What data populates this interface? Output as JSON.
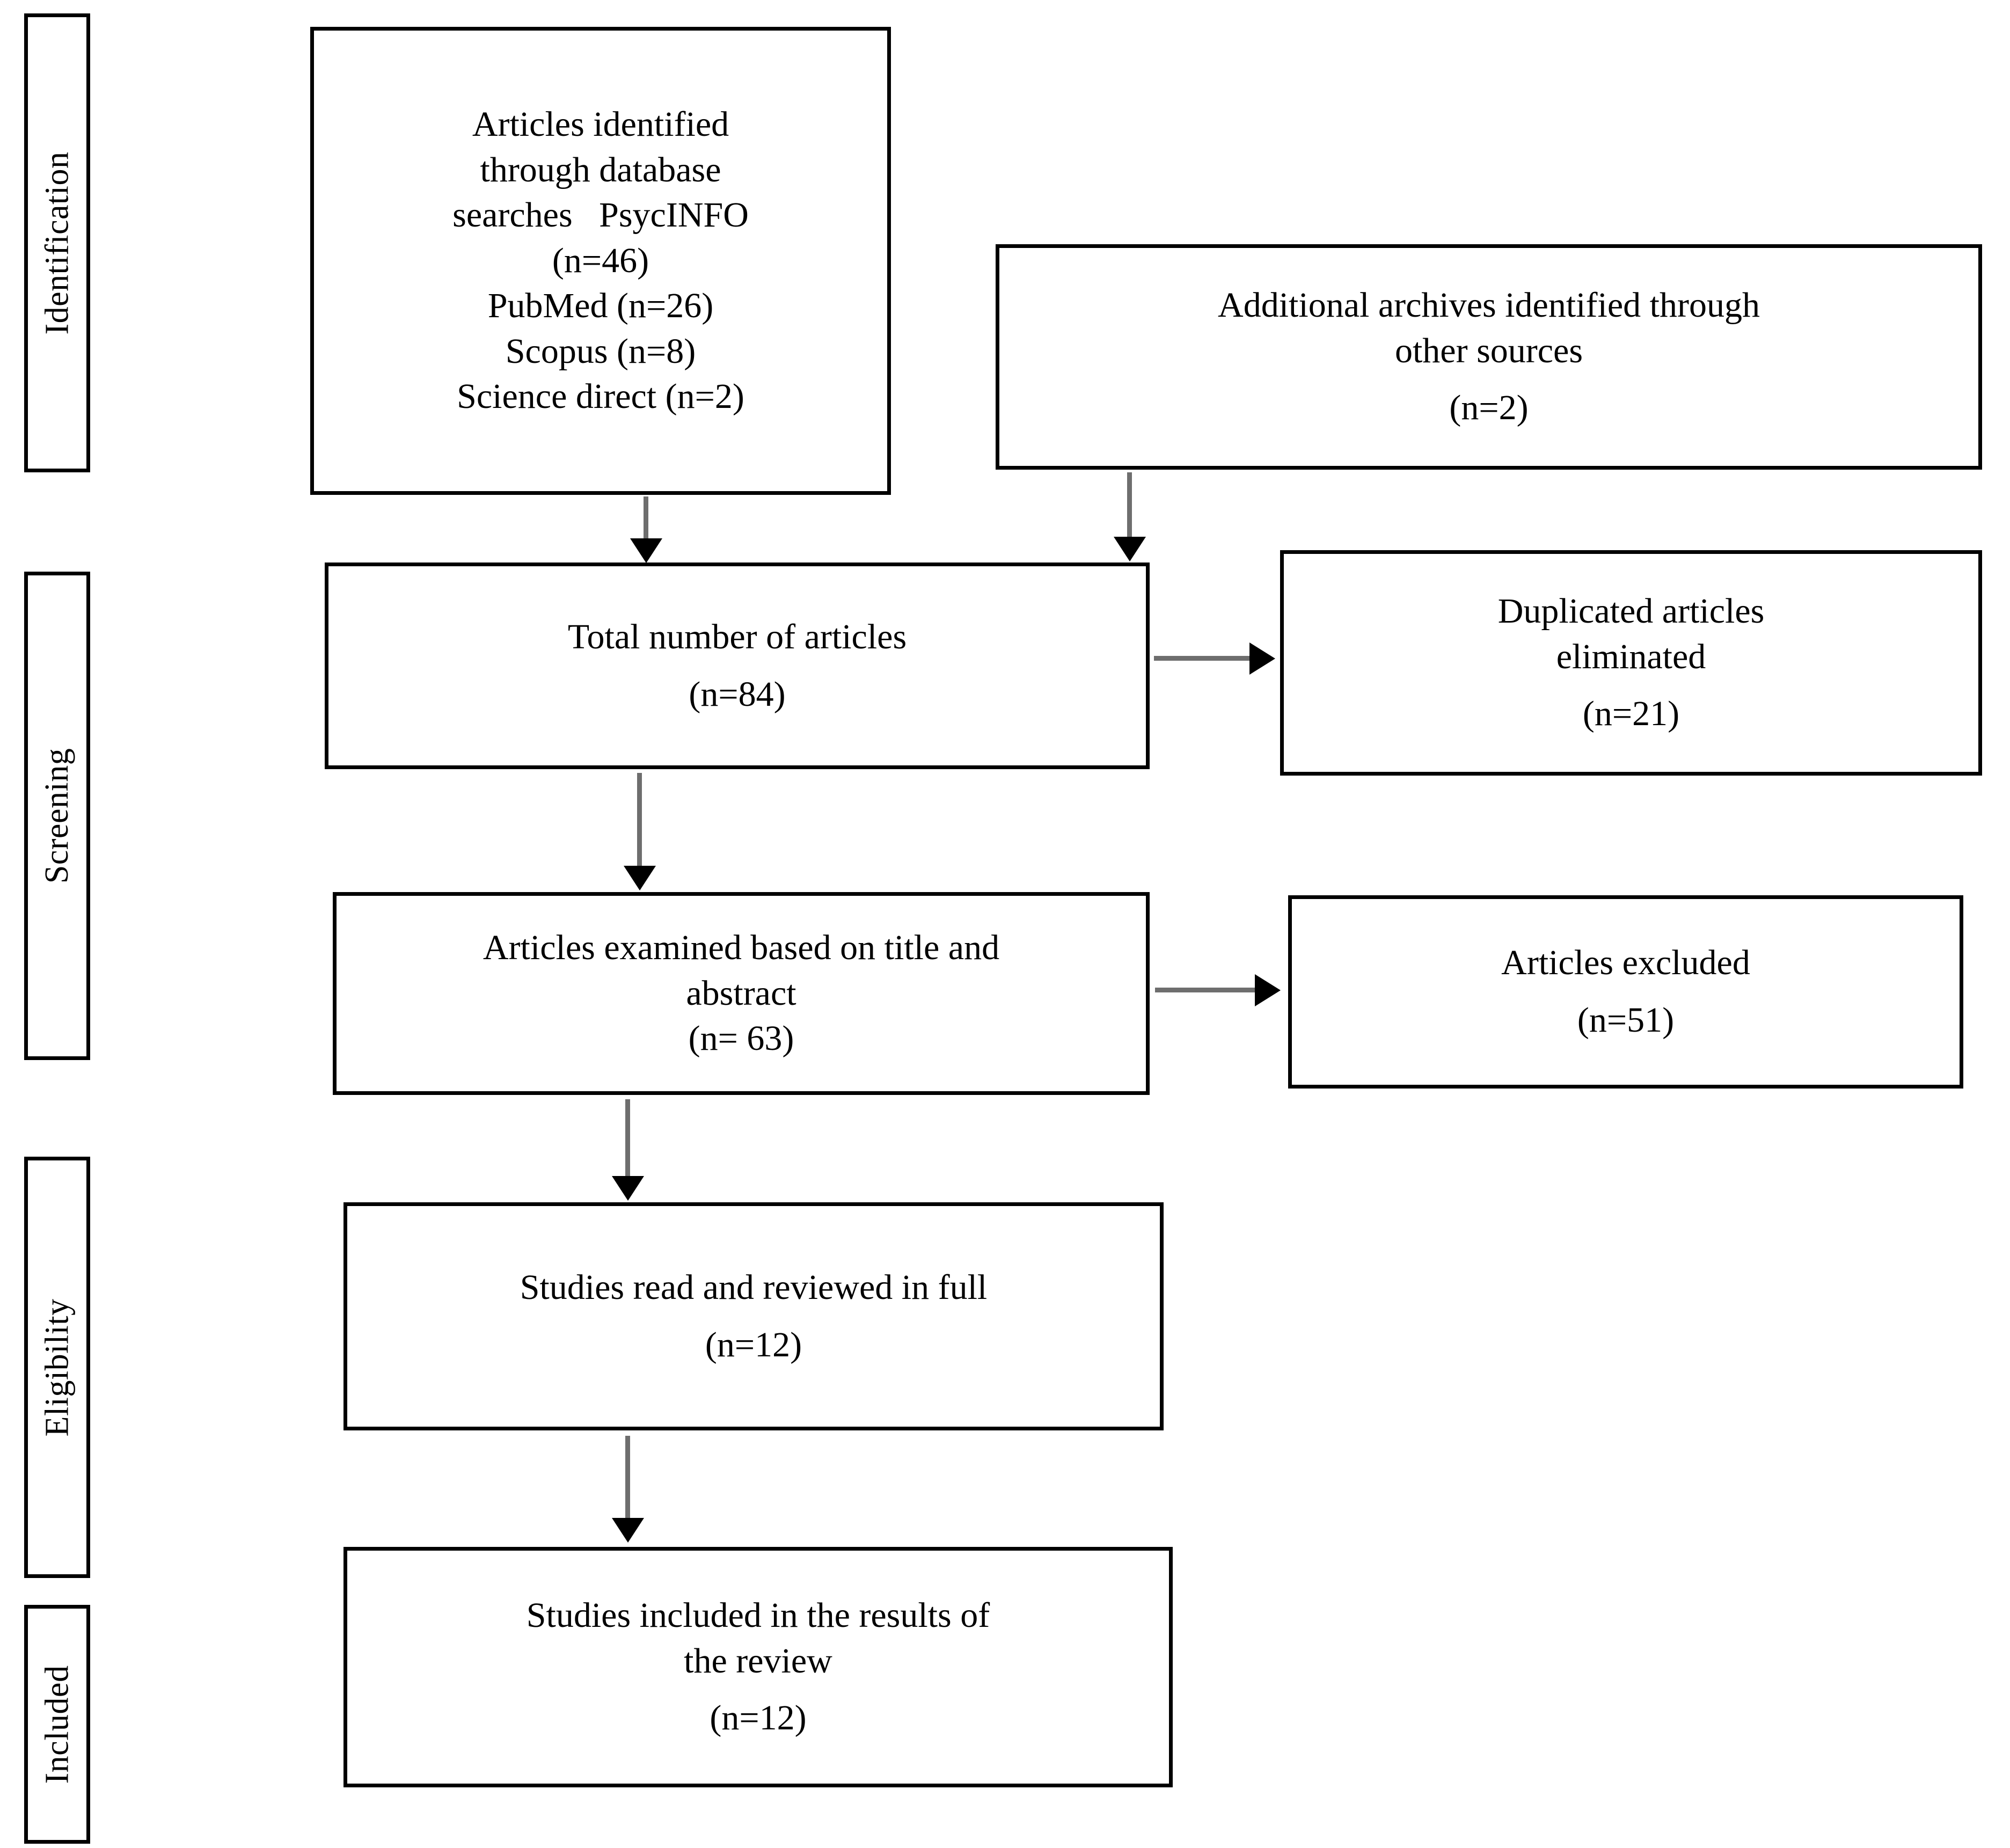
{
  "diagram": {
    "type": "prisma-flow-diagram",
    "stages": [
      {
        "id": "identification",
        "label": "Identification"
      },
      {
        "id": "screening",
        "label": "Screening"
      },
      {
        "id": "eligibility",
        "label": "Eligibility"
      },
      {
        "id": "included",
        "label": "Included"
      }
    ],
    "boxes": {
      "databases": {
        "line1": "Articles identified",
        "line2": "through database",
        "line3": "searches   PsycINFO",
        "line4": "(n=46)",
        "line5": "PubMed (n=26)",
        "line6": "Scopus (n=8)",
        "line7": "Science direct (n=2)"
      },
      "other_sources": {
        "line1": "Additional archives identified through",
        "line2": "other sources",
        "line3": "(n=2)"
      },
      "total": {
        "line1": "Total number of articles",
        "line2": "(n=84)"
      },
      "duplicates": {
        "line1": "Duplicated articles",
        "line2": "eliminated",
        "line3": "(n=21)"
      },
      "examined": {
        "line1": "Articles examined based on title and",
        "line2": "abstract",
        "line3": "(n= 63)"
      },
      "excluded": {
        "line1": "Articles excluded",
        "line2": "(n=51)"
      },
      "full_text": {
        "line1": "Studies read and reviewed in full",
        "line2": "(n=12)"
      },
      "final_included": {
        "line1": "Studies included in the results of",
        "line2": "the review",
        "line3": "(n=12)"
      }
    },
    "counts": {
      "psycinfo": 46,
      "pubmed": 26,
      "scopus": 8,
      "science_direct": 2,
      "other_sources": 2,
      "total_identified": 84,
      "duplicates_removed": 21,
      "screened_title_abstract": 63,
      "excluded_title_abstract": 51,
      "full_text_reviewed": 12,
      "included_in_review": 12
    },
    "colors": {
      "border": "#000000",
      "background": "#ffffff",
      "text": "#000000",
      "arrow_stem": "#6e6e6e",
      "arrow_head": "#000000"
    }
  }
}
